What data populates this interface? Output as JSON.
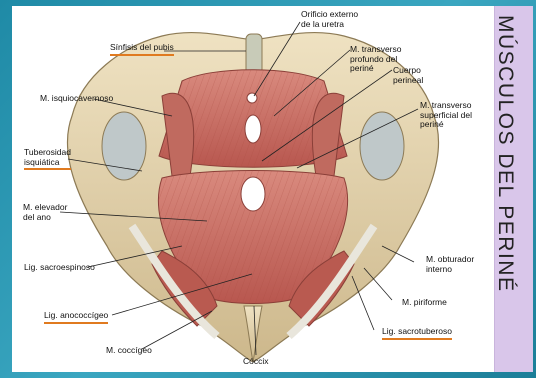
{
  "side_title": "MÚSCULOS DEL PERINÉ",
  "labels": {
    "orificio": "Orificio externo\nde la uretra",
    "sinfisis": "Sínfisis del pubis",
    "transverso_profundo": "M. transverso\nprofundo del\nperiné",
    "cuerpo": "Cuerpo\nperineal",
    "isquiocavernoso": "M. isquiocavernoso",
    "transverso_superficial": "M. transverso\nsuperficial del\nperiné",
    "tuberosidad": "Tuberosidad\nisquiática",
    "elevador": "M. elevador\ndel ano",
    "sacroespinoso": "Lig. sacroespinoso",
    "obturador": "M. obturador\ninterno",
    "piriforme": "M. piriforme",
    "anococcigeo": "Lig. anococcígeo",
    "sacrotuberoso": "Lig. sacrotuberoso",
    "coccigeo": "M. coccígeo",
    "coccix": "Cóccix"
  },
  "colors": {
    "accent_underline": "#e07a1f",
    "muscle": "#c9695f",
    "bone": "#e6d6b0",
    "side_panel": "#d9c6ea"
  }
}
